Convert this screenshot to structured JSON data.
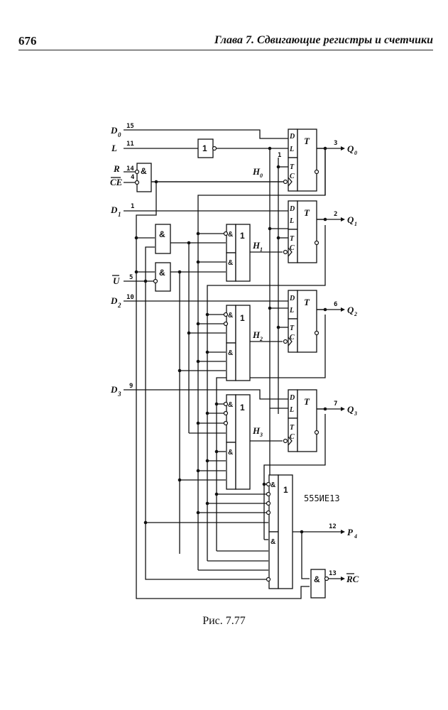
{
  "header": {
    "page_number": "676",
    "chapter_title": "Глава 7.  Сдвигающие регистры и счетчики"
  },
  "inputs": [
    {
      "name": "D0",
      "label": "D",
      "sub": "0",
      "pin": "15"
    },
    {
      "name": "L",
      "label": "L",
      "sub": "",
      "pin": "11"
    },
    {
      "name": "R",
      "label": "R",
      "sub": "",
      "pin": "14"
    },
    {
      "name": "CE",
      "label": "CE",
      "sub": "",
      "pin": "4"
    },
    {
      "name": "D1",
      "label": "D",
      "sub": "1",
      "pin": "1"
    },
    {
      "name": "U",
      "label": "U",
      "sub": "",
      "pin": "5"
    },
    {
      "name": "D2",
      "label": "D",
      "sub": "2",
      "pin": "10"
    },
    {
      "name": "D3",
      "label": "D",
      "sub": "3",
      "pin": "9"
    }
  ],
  "outputs": [
    {
      "name": "Q0",
      "label": "Q",
      "sub": "0",
      "pin": "3"
    },
    {
      "name": "Q1",
      "label": "Q",
      "sub": "1",
      "pin": "2"
    },
    {
      "name": "Q2",
      "label": "Q",
      "sub": "2",
      "pin": "6"
    },
    {
      "name": "Q3",
      "label": "Q",
      "sub": "3",
      "pin": "7"
    },
    {
      "name": "P4",
      "label": "P",
      "sub": "4",
      "pin": "12"
    },
    {
      "name": "RC",
      "label": "RC",
      "sub": "",
      "pin": "13"
    }
  ],
  "flipflops": [
    {
      "name": "T0",
      "title": "T",
      "pins": [
        "D",
        "L",
        "T",
        "C"
      ],
      "net": "H",
      "net_sub": "0",
      "const_label": "1"
    },
    {
      "name": "T1",
      "title": "T",
      "pins": [
        "D",
        "L",
        "T",
        "C"
      ],
      "net": "H",
      "net_sub": "1"
    },
    {
      "name": "T2",
      "title": "T",
      "pins": [
        "D",
        "L",
        "T",
        "C"
      ],
      "net": "H",
      "net_sub": "2"
    },
    {
      "name": "T3",
      "title": "T",
      "pins": [
        "D",
        "L",
        "T",
        "C"
      ],
      "net": "H",
      "net_sub": "3"
    }
  ],
  "gates": {
    "and_symbol": "&",
    "or_symbol": "1",
    "inverter_symbol": "1"
  },
  "chip_label": "555ИЕ13",
  "caption": "Рис. 7.77"
}
